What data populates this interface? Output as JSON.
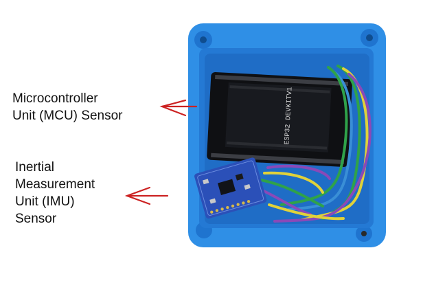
{
  "labels": {
    "mcu": [
      "Microcontroller",
      "Unit (MCU) Sensor"
    ],
    "imu": [
      "Inertial",
      "Measurement",
      "Unit (IMU)",
      "Sensor"
    ]
  },
  "board_text": "ESP32 DEVKITV1",
  "colors": {
    "enclosure": "#2f8fe6",
    "enclosure_dark": "#1d6fc4",
    "arrow": "#cc2222",
    "mcu_board": "#0f1013",
    "imu_board": "#2b50b8",
    "wire_green": "#2fa24a",
    "wire_yellow": "#e0d23a",
    "wire_purple": "#8a49b8",
    "wire_blue": "#3a8fd6"
  }
}
